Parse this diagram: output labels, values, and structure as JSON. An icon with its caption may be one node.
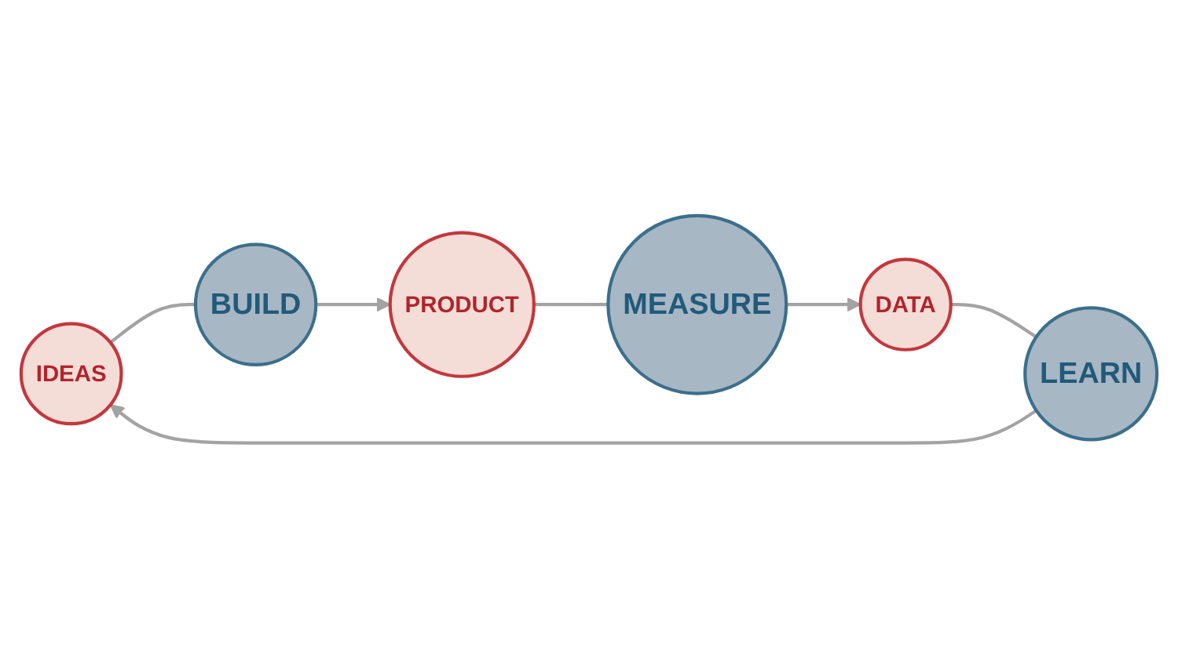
{
  "diagram": {
    "nodes": [
      {
        "text": [
          "IDEAS"
        ]
      },
      {
        "text": [
          "BUILD"
        ]
      },
      {
        "text": [
          "PRODUCT"
        ]
      },
      {
        "text": [
          "MEASURE"
        ]
      },
      {
        "text": [
          "DATA"
        ]
      },
      {
        "text": [
          "LEARN"
        ]
      }
    ],
    "edges": [
      {
        "from": 5,
        "to": 0,
        "arrow": "to"
      },
      {
        "from": 0,
        "to": 1,
        "arrow": "none"
      },
      {
        "from": 1,
        "to": 2,
        "arrow": "to"
      },
      {
        "from": 2,
        "to": 3,
        "arrow": "none"
      },
      {
        "from": 3,
        "to": 4,
        "arrow": "to"
      },
      {
        "from": 4,
        "to": 5,
        "arrow": "none"
      }
    ]
  }
}
